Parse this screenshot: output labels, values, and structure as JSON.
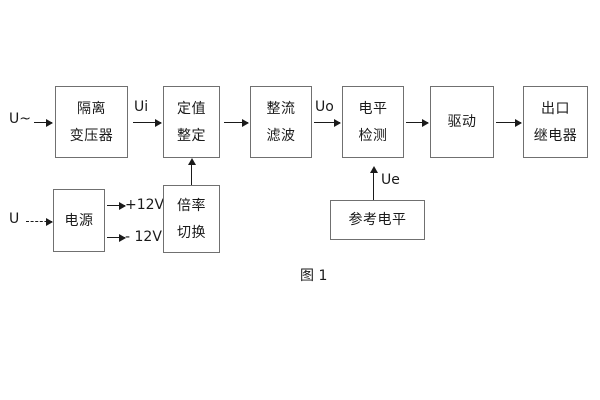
{
  "figure": {
    "caption": "图 1",
    "background_color": "#ffffff",
    "line_color": "#1a1a1a",
    "box_border_color": "#707070"
  },
  "blocks": [
    {
      "id": "isolation-transformer",
      "line1": "隔离",
      "line2": "变压器"
    },
    {
      "id": "setting-value",
      "line1": "定值",
      "line2": "整定"
    },
    {
      "id": "rectify-filter",
      "line1": "整流",
      "line2": "滤波"
    },
    {
      "id": "level-detection",
      "line1": "电平",
      "line2": "检测"
    },
    {
      "id": "drive",
      "line1": "驱动",
      "line2": ""
    },
    {
      "id": "output-relay",
      "line1": "出口",
      "line2": "继电器"
    },
    {
      "id": "power-supply",
      "line1": "电源",
      "line2": ""
    },
    {
      "id": "multiplier-switch",
      "line1": "倍率",
      "line2": "切换"
    },
    {
      "id": "reference-level",
      "line1": "参考电平",
      "line2": ""
    }
  ],
  "signals": {
    "ac_input": "U~",
    "dc_input": "U",
    "ui": "Ui",
    "uo": "Uo",
    "ue": "Ue",
    "plus_12v": "+12V",
    "minus_12v": "- 12V"
  }
}
